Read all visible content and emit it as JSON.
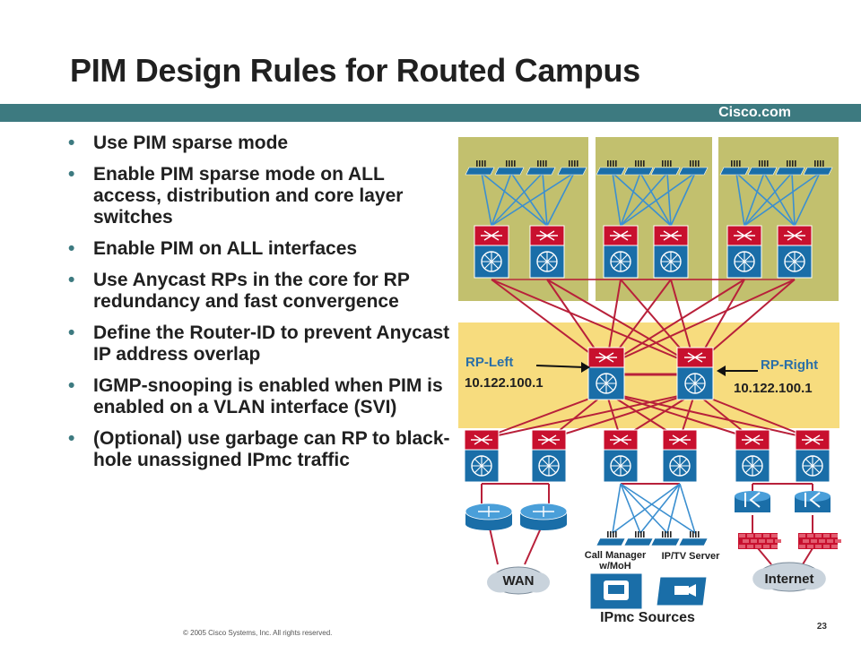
{
  "slide": {
    "title": "PIM Design Rules for Routed Campus",
    "brand": "Cisco.com",
    "copyright": "© 2005 Cisco Systems, Inc. All rights reserved.",
    "page_number": "23",
    "bullets": [
      "Use PIM sparse mode",
      "Enable PIM sparse mode on ALL access, distribution and core layer switches",
      "Enable PIM on ALL interfaces",
      "Use Anycast RPs in the core for RP redundancy and fast convergence",
      "Define the Router-ID to prevent Anycast IP address overlap",
      "IGMP-snooping is enabled when PIM is enabled on a VLAN interface (SVI)",
      "(Optional) use garbage can RP to black-hole unassigned IPmc traffic"
    ]
  },
  "diagram": {
    "rp_left_label": "RP-Left",
    "rp_left_ip": "10.122.100.1",
    "rp_right_label": "RP-Right",
    "rp_right_ip": "10.122.100.1",
    "call_manager_label_line1": "Call Manager",
    "call_manager_label_line2": "w/MoH",
    "iptv_label": "IP/TV Server",
    "wan_label": "WAN",
    "internet_label": "Internet",
    "sources_label": "IPmc Sources",
    "colors": {
      "accent_bar": "#3d7a80",
      "building_block": "#c2c06e",
      "core_block": "#f7dc7e",
      "switch_red": "#c8102e",
      "switch_blue": "#1a6ea8",
      "link_red": "#b8203a",
      "link_blue": "#3b8fd0",
      "rp_label": "#2a6fa8"
    },
    "icons": [
      "multilayer-switch-icon",
      "access-switch-icon",
      "router-icon",
      "cloud-icon",
      "firewall-icon",
      "content-switch-icon",
      "call-manager-icon",
      "iptv-server-icon",
      "arrow-icon"
    ]
  }
}
